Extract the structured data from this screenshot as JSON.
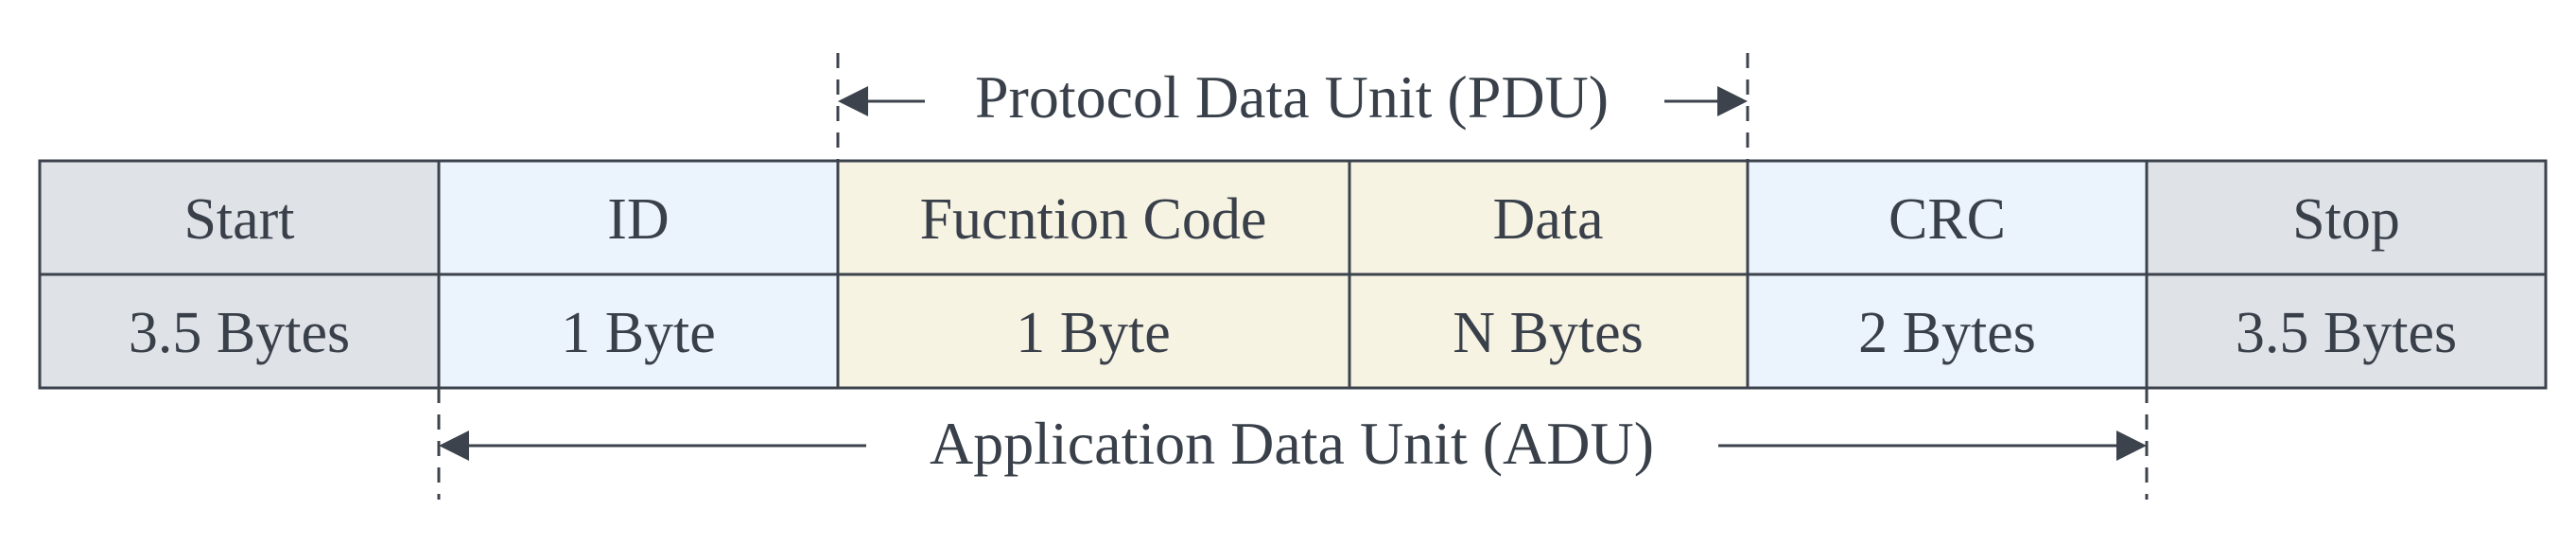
{
  "diagram": {
    "pdu_label": "Protocol Data Unit (PDU)",
    "adu_label": "Application Data Unit (ADU)",
    "fields": [
      {
        "name": "Start",
        "size": "3.5 Bytes",
        "color": "#dfe2e7"
      },
      {
        "name": "ID",
        "size": "1 Byte",
        "color": "#ebf3fd"
      },
      {
        "name": "Fucntion Code",
        "size": "1 Byte",
        "color": "#f6f3e3"
      },
      {
        "name": "Data",
        "size": "N Bytes",
        "color": "#f6f3e3"
      },
      {
        "name": "CRC",
        "size": "2 Bytes",
        "color": "#ebf3fd"
      },
      {
        "name": "Stop",
        "size": "3.5 Bytes",
        "color": "#dfe2e7"
      }
    ],
    "colors": {
      "line": "#3c434d",
      "text": "#39404a"
    }
  }
}
